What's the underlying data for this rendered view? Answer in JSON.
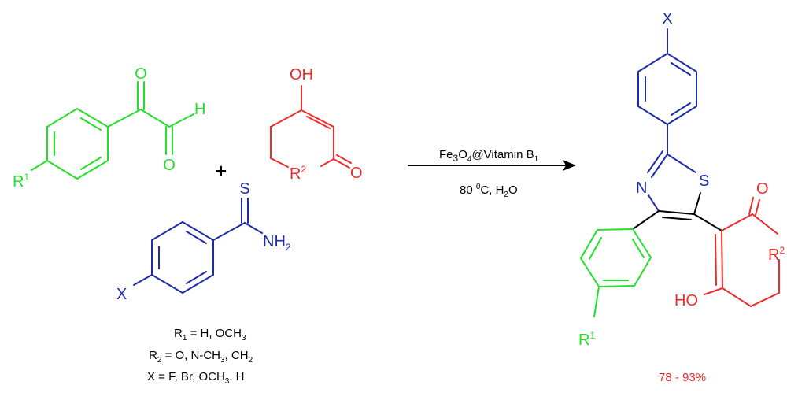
{
  "colors": {
    "green": "#22e02a",
    "red": "#ee2a2a",
    "blue": "#1d2ca8",
    "black": "#000000"
  },
  "reactant_glyoxal": {
    "oxygen_1": "O",
    "oxygen_2": "O",
    "hydrogen": "H",
    "r_group": "R",
    "r_sup": "1"
  },
  "plus_sign": "+",
  "reactant_dione": {
    "hydroxyl": "OH",
    "r_group": "R",
    "r_sup": "2",
    "oxygen": "O"
  },
  "reactant_thioamide": {
    "sulfur": "S",
    "amine": "NH",
    "amine_sub": "2",
    "x_group": "X"
  },
  "conditions": {
    "catalyst": {
      "fe": "Fe",
      "fe_sub": "3",
      "o": "O",
      "o_sub": "4",
      "rest": "@Vitamin B",
      "b_sub": "1"
    },
    "temp_value": "80 ",
    "temp_sup": "0",
    "temp_unit": "C, H",
    "h2o_sub": "2",
    "h2o_o": "O"
  },
  "product": {
    "x_group": "X",
    "sulfur": "S",
    "nitrogen": "N",
    "oxygen": "O",
    "hydroxyl": "HO",
    "r1_group": "R",
    "r1_sup": "1",
    "r2_group": "R",
    "r2_sup": "2"
  },
  "substituents": {
    "r1": {
      "symbol": "R",
      "sub": "1",
      "values": " = H, OCH",
      "values_sub": "3"
    },
    "r2": {
      "symbol": "R",
      "sub": "2",
      "values_a": " = O, N-CH",
      "sub_a": "3",
      "values_b": ", CH",
      "sub_b": "2"
    },
    "x": {
      "values": "X = F, Br, OCH",
      "values_sub": "3",
      "values_end": ", H"
    }
  },
  "yield_text": "78 - 93%"
}
